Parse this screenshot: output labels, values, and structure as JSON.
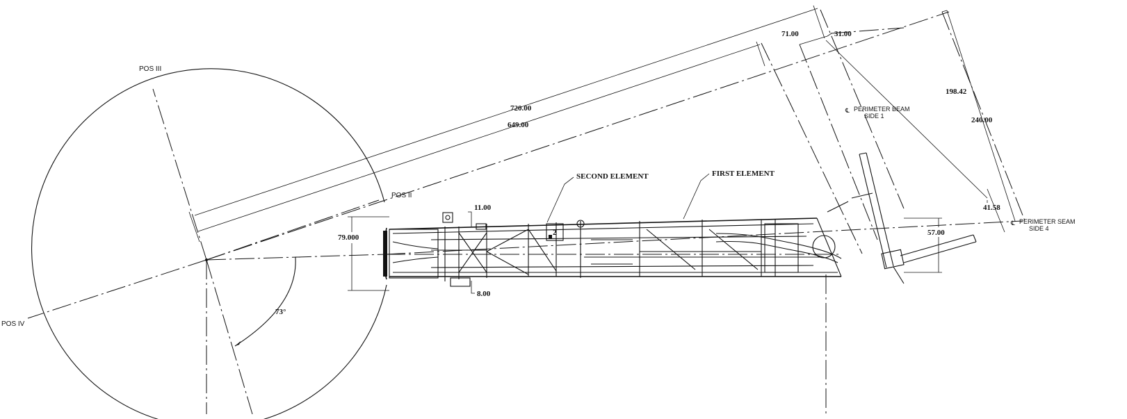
{
  "positions": {
    "pos_ii": "POS II",
    "pos_iii": "POS III",
    "pos_iv": "POS IV"
  },
  "elements": {
    "first": "FIRST ELEMENT",
    "second": "SECOND ELEMENT",
    "marker": "2"
  },
  "perimeter_beams": {
    "side1_line1": "PERIMETER BEAM",
    "side1_line2": "SIDE 1",
    "side4_line1": "PERIMETER SEAM",
    "side4_line2": "SIDE 4",
    "centerline_symbol": "℄"
  },
  "dimensions": {
    "d720": "720.00",
    "d649": "649.00",
    "d71": "71.00",
    "d31": "31.00",
    "d198": "198.42",
    "d240": "240.00",
    "d41": "41.58",
    "d57": "57.00",
    "d79": "79.000",
    "d11": "11.00",
    "d8": "8.00",
    "angle": "73°"
  }
}
